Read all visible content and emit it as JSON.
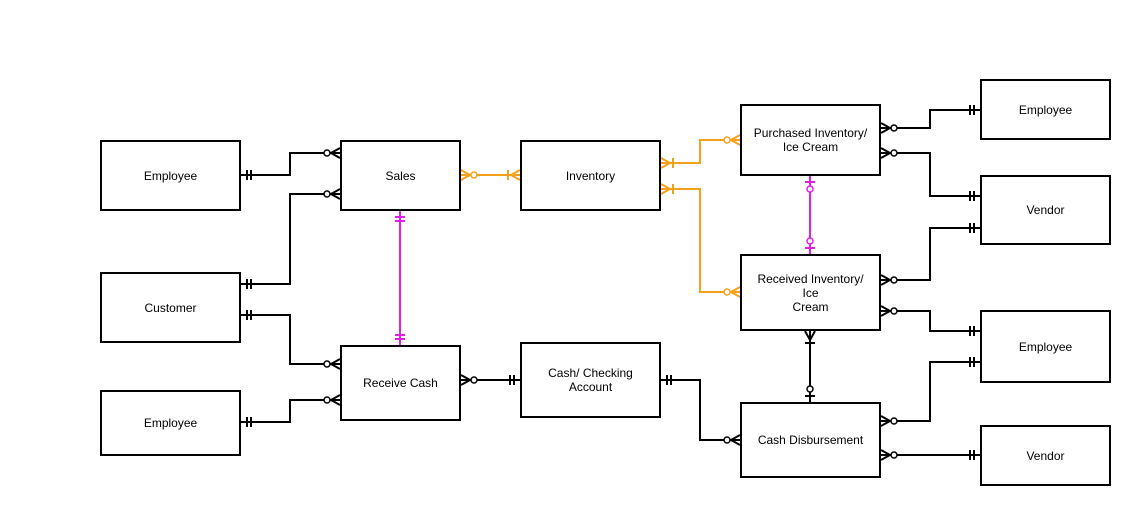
{
  "entities": {
    "employee_sales": "Employee",
    "customer": "Customer",
    "employee_receive": "Employee",
    "sales": "Sales",
    "receive_cash": "Receive Cash",
    "inventory": "Inventory",
    "cash_account": "Cash/ Checking\nAccount",
    "purchased_inventory": "Purchased Inventory/\nIce Cream",
    "received_inventory": "Received Inventory/ Ice\nCream",
    "cash_disbursement": "Cash Disbursement",
    "employee_purchase": "Employee",
    "vendor_purchase": "Vendor",
    "employee_disbursement": "Employee",
    "vendor_disbursement": "Vendor"
  },
  "colors": {
    "line": "#000000",
    "orange": "#f5a01a",
    "magenta": "#e11ee6"
  }
}
